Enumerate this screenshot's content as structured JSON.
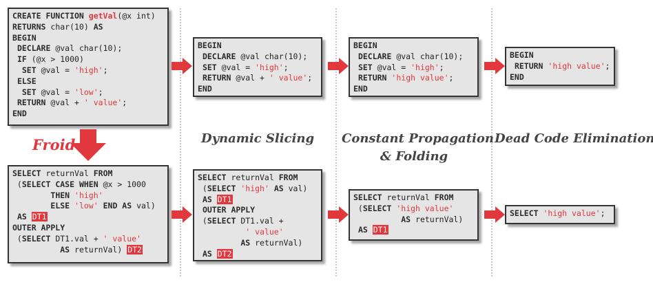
{
  "colors": {
    "accent": "#e0383d",
    "box_bg": "#e5e5e5",
    "text": "#222222",
    "label": "#444444"
  },
  "labels": {
    "froid": "Froid",
    "dynamic_slicing": "Dynamic Slicing",
    "constant_propagation_line1": "Constant Propagation",
    "constant_propagation_line2": "& Folding",
    "dead_code": "Dead Code Elimination"
  },
  "boxes": {
    "udf_original": [
      [
        [
          "k",
          "CREATE FUNCTION "
        ],
        [
          "f",
          "getVal"
        ],
        [
          "t",
          "(@x int)"
        ]
      ],
      [
        [
          "k",
          "RETURNS "
        ],
        [
          "t",
          "char(10) "
        ],
        [
          "k",
          "AS"
        ]
      ],
      [
        [
          "k",
          "BEGIN"
        ]
      ],
      [
        [
          "t",
          " "
        ],
        [
          "k",
          "DECLARE"
        ],
        [
          "t",
          " @val char(10);"
        ]
      ],
      [
        [
          "t",
          " "
        ],
        [
          "k",
          "IF"
        ],
        [
          "t",
          " (@x > 1000)"
        ]
      ],
      [
        [
          "t",
          "  "
        ],
        [
          "k",
          "SET"
        ],
        [
          "t",
          " @val = "
        ],
        [
          "s",
          "'high'"
        ],
        [
          "t",
          ";"
        ]
      ],
      [
        [
          "t",
          " "
        ],
        [
          "k",
          "ELSE"
        ]
      ],
      [
        [
          "t",
          "  "
        ],
        [
          "k",
          "SET"
        ],
        [
          "t",
          " @val = "
        ],
        [
          "s",
          "'low'"
        ],
        [
          "t",
          ";"
        ]
      ],
      [
        [
          "t",
          " "
        ],
        [
          "k",
          "RETURN"
        ],
        [
          "t",
          " @val + "
        ],
        [
          "s",
          "' value'"
        ],
        [
          "t",
          ";"
        ]
      ],
      [
        [
          "k",
          "END"
        ]
      ]
    ],
    "udf_sliced": [
      [
        [
          "k",
          "BEGIN"
        ]
      ],
      [
        [
          "t",
          " "
        ],
        [
          "k",
          "DECLARE"
        ],
        [
          "t",
          " @val char(10);"
        ]
      ],
      [
        [
          "t",
          " "
        ],
        [
          "k",
          "SET"
        ],
        [
          "t",
          " @val = "
        ],
        [
          "s",
          "'high'"
        ],
        [
          "t",
          ";"
        ]
      ],
      [
        [
          "t",
          " "
        ],
        [
          "k",
          "RETURN"
        ],
        [
          "t",
          " @val + "
        ],
        [
          "s",
          "' value'"
        ],
        [
          "t",
          ";"
        ]
      ],
      [
        [
          "k",
          "END"
        ]
      ]
    ],
    "udf_folded": [
      [
        [
          "k",
          "BEGIN"
        ]
      ],
      [
        [
          "t",
          " "
        ],
        [
          "k",
          "DECLARE"
        ],
        [
          "t",
          " @val char(10);"
        ]
      ],
      [
        [
          "t",
          " "
        ],
        [
          "k",
          "SET"
        ],
        [
          "t",
          " @val = "
        ],
        [
          "s",
          "'high'"
        ],
        [
          "t",
          ";"
        ]
      ],
      [
        [
          "t",
          " "
        ],
        [
          "k",
          "RETURN"
        ],
        [
          "t",
          " "
        ],
        [
          "s",
          "'high value'"
        ],
        [
          "t",
          ";"
        ]
      ],
      [
        [
          "k",
          "END"
        ]
      ]
    ],
    "udf_dce": [
      [
        [
          "k",
          "BEGIN"
        ]
      ],
      [
        [
          "t",
          " "
        ],
        [
          "k",
          "RETURN"
        ],
        [
          "t",
          " "
        ],
        [
          "s",
          "'high value'"
        ],
        [
          "t",
          ";"
        ]
      ],
      [
        [
          "k",
          "END"
        ]
      ]
    ],
    "sql_froid": [
      [
        [
          "k",
          "SELECT"
        ],
        [
          "t",
          " returnVal "
        ],
        [
          "k",
          "FROM"
        ]
      ],
      [
        [
          "t",
          " ("
        ],
        [
          "k",
          "SELECT CASE WHEN"
        ],
        [
          "t",
          " @x > 1000"
        ]
      ],
      [
        [
          "t",
          "        "
        ],
        [
          "k",
          "THEN"
        ],
        [
          "t",
          " "
        ],
        [
          "s",
          "'high'"
        ]
      ],
      [
        [
          "t",
          "        "
        ],
        [
          "k",
          "ELSE"
        ],
        [
          "t",
          " "
        ],
        [
          "s",
          "'low'"
        ],
        [
          "t",
          " "
        ],
        [
          "k",
          "END AS"
        ],
        [
          "t",
          " val)"
        ]
      ],
      [
        [
          "t",
          " "
        ],
        [
          "k",
          "AS"
        ],
        [
          "t",
          " "
        ],
        [
          "h",
          "DT1"
        ]
      ],
      [
        [
          "k",
          "OUTER APPLY"
        ]
      ],
      [
        [
          "t",
          " ("
        ],
        [
          "k",
          "SELECT"
        ],
        [
          "t",
          " DT1.val + "
        ],
        [
          "s",
          "' value'"
        ]
      ],
      [
        [
          "t",
          "          "
        ],
        [
          "k",
          "AS"
        ],
        [
          "t",
          " returnVal) "
        ],
        [
          "h",
          "DT2"
        ]
      ]
    ],
    "sql_sliced": [
      [
        [
          "k",
          "SELECT"
        ],
        [
          "t",
          " returnVal "
        ],
        [
          "k",
          "FROM"
        ]
      ],
      [
        [
          "t",
          " ("
        ],
        [
          "k",
          "SELECT"
        ],
        [
          "t",
          " "
        ],
        [
          "s",
          "'high'"
        ],
        [
          "t",
          " "
        ],
        [
          "k",
          "AS"
        ],
        [
          "t",
          " val)"
        ]
      ],
      [
        [
          "t",
          " "
        ],
        [
          "k",
          "AS"
        ],
        [
          "t",
          " "
        ],
        [
          "h",
          "DT1"
        ]
      ],
      [
        [
          "t",
          " "
        ],
        [
          "k",
          "OUTER APPLY"
        ]
      ],
      [
        [
          "t",
          " ("
        ],
        [
          "k",
          "SELECT"
        ],
        [
          "t",
          " DT1.val +"
        ]
      ],
      [
        [
          "t",
          "          "
        ],
        [
          "s",
          "' value'"
        ]
      ],
      [
        [
          "t",
          "         "
        ],
        [
          "k",
          "AS"
        ],
        [
          "t",
          " returnVal)"
        ]
      ],
      [
        [
          "t",
          " "
        ],
        [
          "k",
          "AS"
        ],
        [
          "t",
          " "
        ],
        [
          "h",
          "DT2"
        ]
      ]
    ],
    "sql_folded": [
      [
        [
          "k",
          "SELECT"
        ],
        [
          "t",
          " returnVal "
        ],
        [
          "k",
          "FROM"
        ]
      ],
      [
        [
          "t",
          " ("
        ],
        [
          "k",
          "SELECT"
        ],
        [
          "t",
          " "
        ],
        [
          "s",
          "'high value'"
        ]
      ],
      [
        [
          "t",
          "          "
        ],
        [
          "k",
          "AS"
        ],
        [
          "t",
          " returnVal)"
        ]
      ],
      [
        [
          "t",
          " "
        ],
        [
          "k",
          "AS"
        ],
        [
          "t",
          " "
        ],
        [
          "h",
          "DT1"
        ]
      ]
    ],
    "sql_dce": [
      [
        [
          "k",
          "SELECT"
        ],
        [
          "t",
          " "
        ],
        [
          "s",
          "'high value'"
        ],
        [
          "t",
          ";"
        ]
      ]
    ]
  }
}
